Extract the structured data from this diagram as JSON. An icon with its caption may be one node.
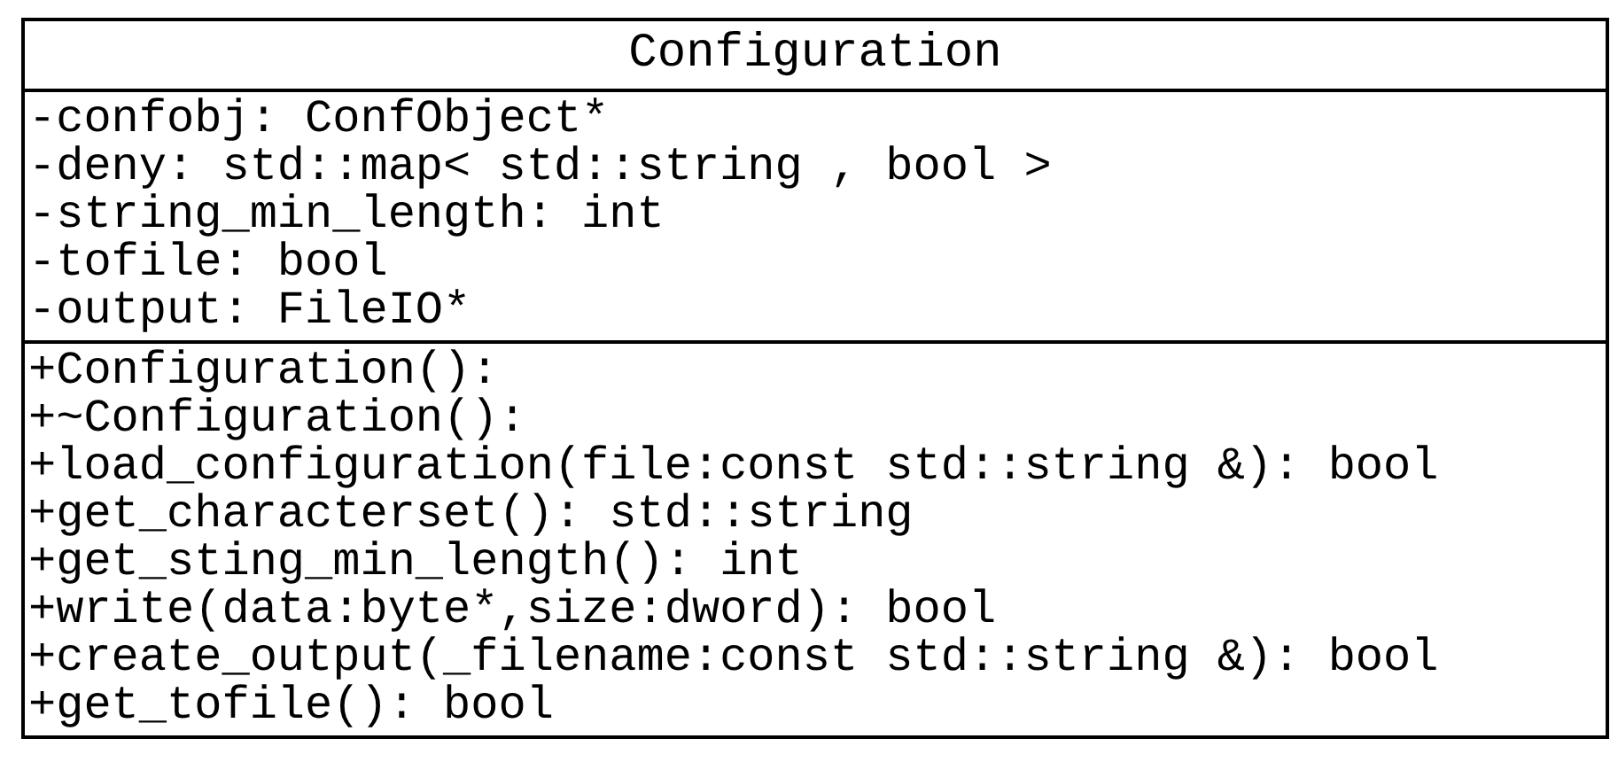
{
  "diagram": {
    "nodes": [
      {
        "text": [
          "Configuration",
          "-confobj: ConfObject*",
          "-deny: std::map< std::string , bool >",
          "-string_min_length: int",
          "-tofile: bool",
          "-output: FileIO*",
          "+Configuration():",
          "+~Configuration():",
          "+load_configuration(file:const std::string &): bool",
          "+get_characterset(): std::string",
          "+get_sting_min_length(): int",
          "+write(data:byte*,size:dword): bool",
          "+create_output(_filename:const std::string &): bool",
          "+get_tofile(): bool"
        ]
      }
    ]
  }
}
